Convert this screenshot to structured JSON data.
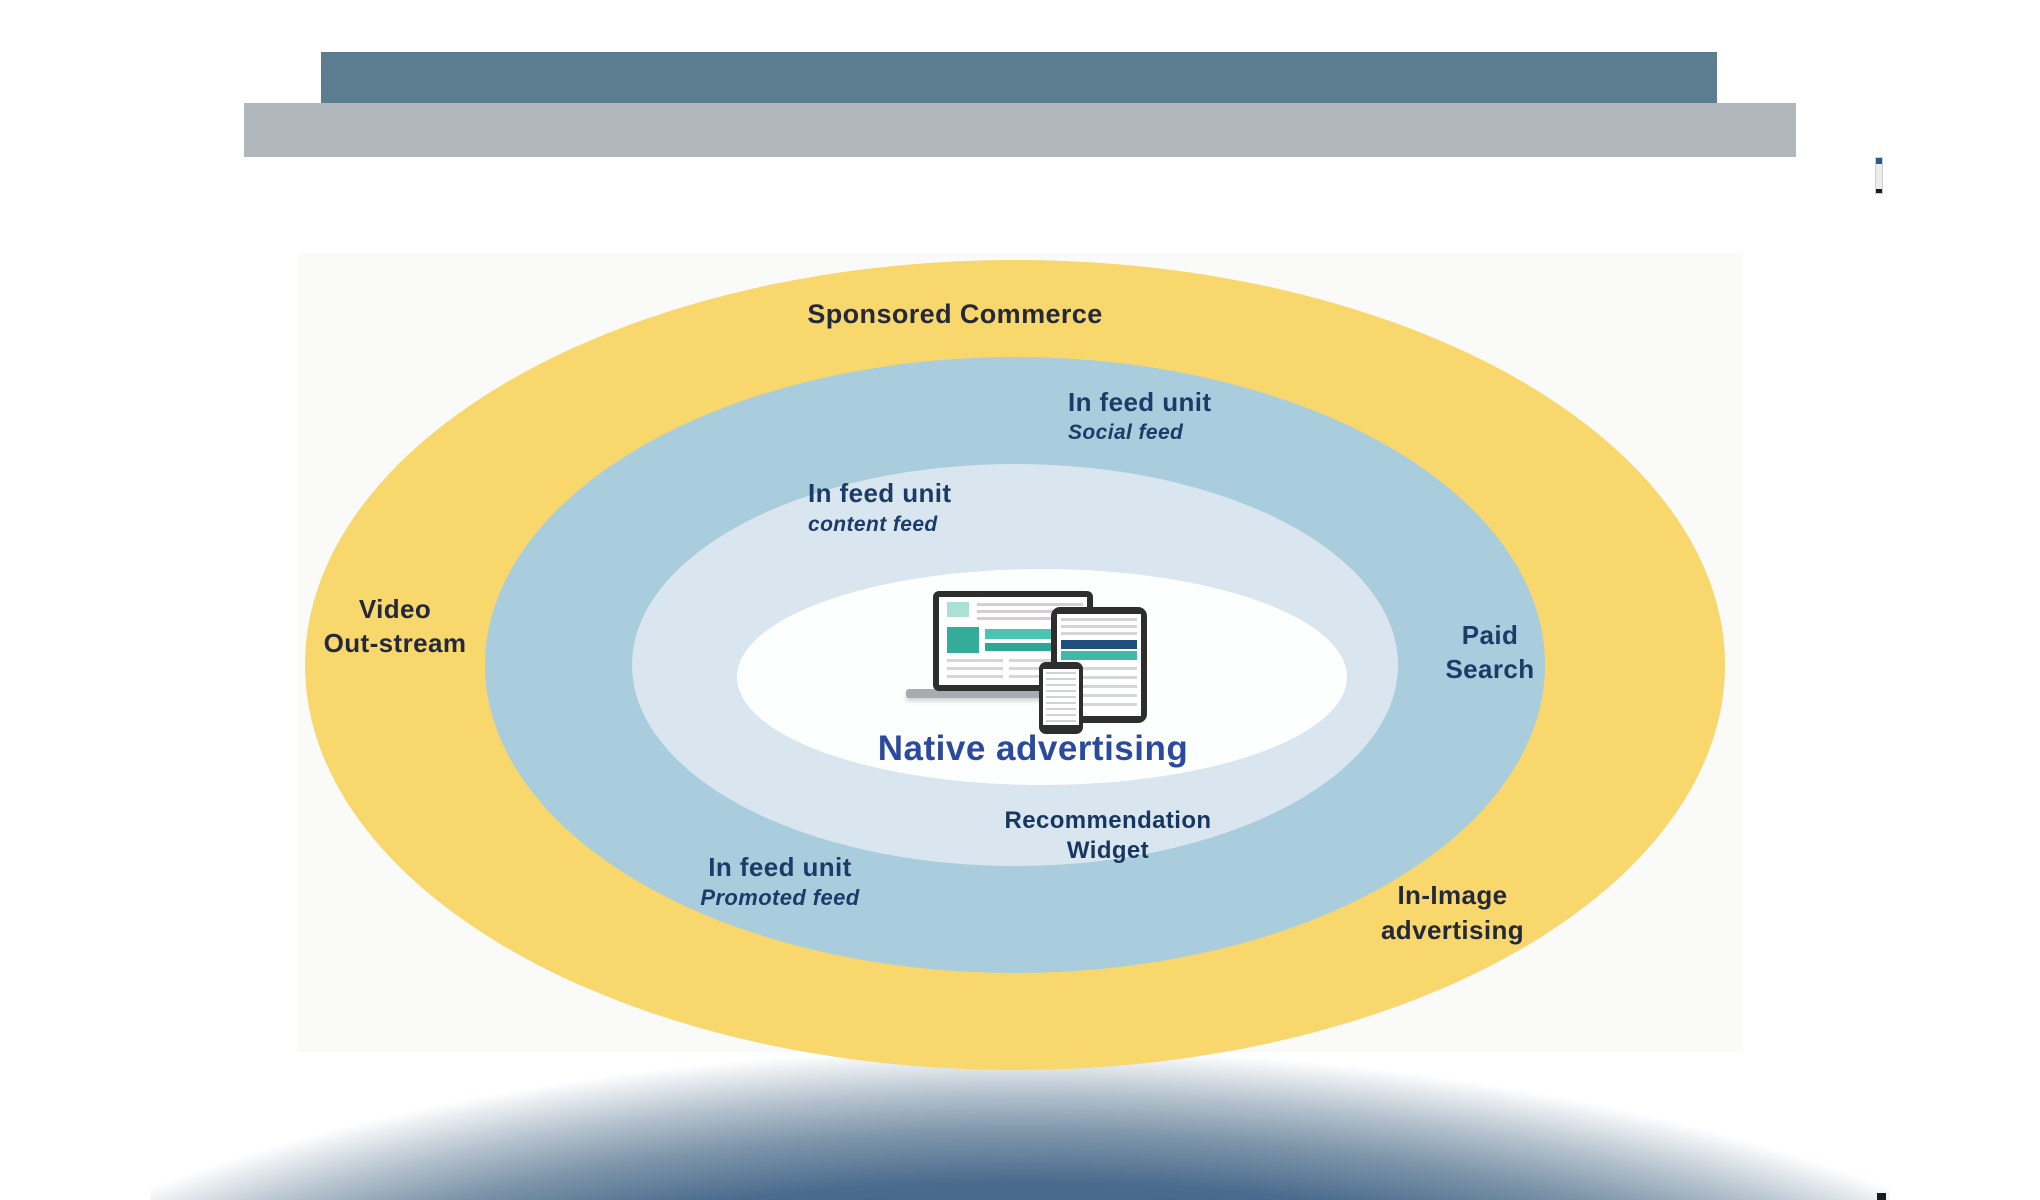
{
  "colors": {
    "top_bar": "#5C7D90",
    "secondary_bar": "#B1B8BD",
    "ring_outer_yellow": "#F8D76C",
    "ring_middle_blue": "#A9CDDC",
    "ring_inner_pale_blue": "#D9E6EF",
    "ring_center_white": "#FDFEFE",
    "outer_label_ink": "#23283A",
    "ring_label_navy": "#1B3C68",
    "native_title_blue": "#2B4A9D",
    "device_teal": "#34AC9A",
    "device_navy_bar": "#1F4D7C",
    "bottom_gradient_dark": "#3F6285"
  },
  "diagram": {
    "center_title": "Native advertising",
    "outer_ring": {
      "top_label": "Sponsored Commerce",
      "left_label_line1": "Video",
      "left_label_line2": "Out-stream",
      "bottom_right_label_line1": "In-Image",
      "bottom_right_label_line2": "advertising"
    },
    "middle_ring": {
      "social_title": "In feed unit",
      "social_sub": "Social feed",
      "promoted_title": "In feed unit",
      "promoted_sub": "Promoted feed",
      "paid_line1": "Paid",
      "paid_line2": "Search"
    },
    "inner_ring": {
      "content_title": "In feed unit",
      "content_sub": "content feed",
      "widget_line1": "Recommendation",
      "widget_line2": "Widget"
    },
    "icons": [
      "laptop-icon",
      "tablet-icon",
      "smartphone-icon"
    ]
  }
}
